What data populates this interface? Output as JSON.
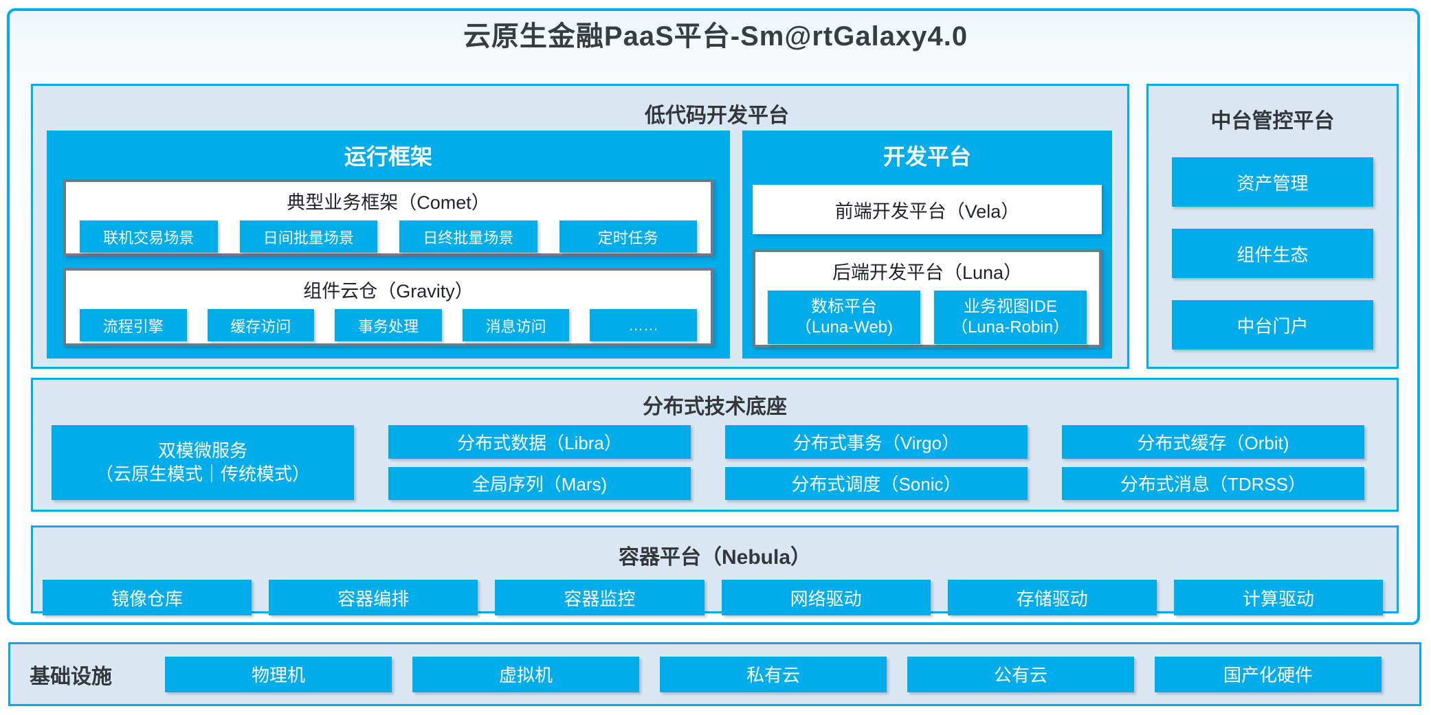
{
  "title": "云原生金融PaaS平台-Sm@rtGalaxy4.0",
  "colors": {
    "accent": "#00ace9",
    "panel_background": "#dbe6f3",
    "inner_box_border": "#6e7a88",
    "dark_text": "#33373c"
  },
  "lowcode": {
    "header": "低代码开发平台",
    "runtime": {
      "title": "运行框架",
      "comet": {
        "title": "典型业务框架（Comet）",
        "items": [
          "联机交易场景",
          "日间批量场景",
          "日终批量场景",
          "定时任务"
        ]
      },
      "gravity": {
        "title": "组件云仓（Gravity）",
        "items": [
          "流程引擎",
          "缓存访问",
          "事务处理",
          "消息访问",
          "……"
        ]
      }
    },
    "dev": {
      "title": "开发平台",
      "vela": "前端开发平台（Vela）",
      "luna": {
        "title": "后端开发平台（Luna）",
        "items": [
          {
            "line1": "数标平台",
            "line2": "（Luna-Web)"
          },
          {
            "line1": "业务视图IDE",
            "line2": "（Luna-Robin）"
          }
        ]
      }
    }
  },
  "midplatform": {
    "header": "中台管控平台",
    "items": [
      "资产管理",
      "组件生态",
      "中台门户"
    ]
  },
  "distributed": {
    "header": "分布式技术底座",
    "dual": {
      "line1": "双模微服务",
      "line2": "（云原生模式｜传统模式）"
    },
    "columns": [
      [
        "分布式数据（Libra）",
        "全局序列（Mars)"
      ],
      [
        "分布式事务（Virgo）",
        "分布式调度（Sonic）"
      ],
      [
        "分布式缓存（Orbit)",
        "分布式消息（TDRSS）"
      ]
    ]
  },
  "container": {
    "header": "容器平台（Nebula）",
    "items": [
      "镜像仓库",
      "容器编排",
      "容器监控",
      "网络驱动",
      "存储驱动",
      "计算驱动"
    ]
  },
  "infrastructure": {
    "header": "基础设施",
    "items": [
      "物理机",
      "虚拟机",
      "私有云",
      "公有云",
      "国产化硬件"
    ]
  }
}
